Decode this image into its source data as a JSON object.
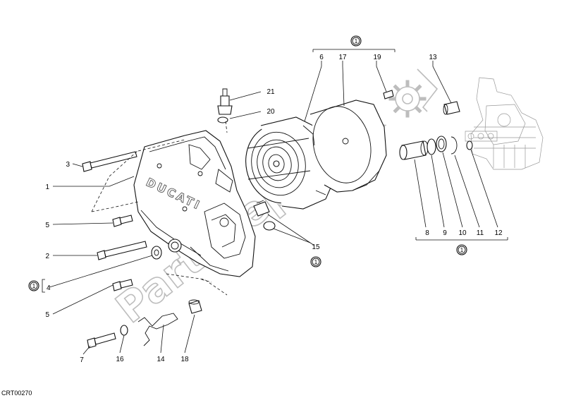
{
  "drawing_code": "CRT00270",
  "watermark": "PartsRepublik",
  "cover_brand": "DUCATI",
  "group_marker": "1",
  "callouts": [
    "1",
    "2",
    "3",
    "4",
    "5",
    "5",
    "6",
    "7",
    "8",
    "9",
    "10",
    "11",
    "12",
    "13",
    "14",
    "15",
    "16",
    "17",
    "18",
    "19",
    "20",
    "21"
  ],
  "colors": {
    "line": "#111111",
    "watermark": "#bdbdbd",
    "ghost": "#999999"
  },
  "icons": [
    "gear-icon"
  ]
}
